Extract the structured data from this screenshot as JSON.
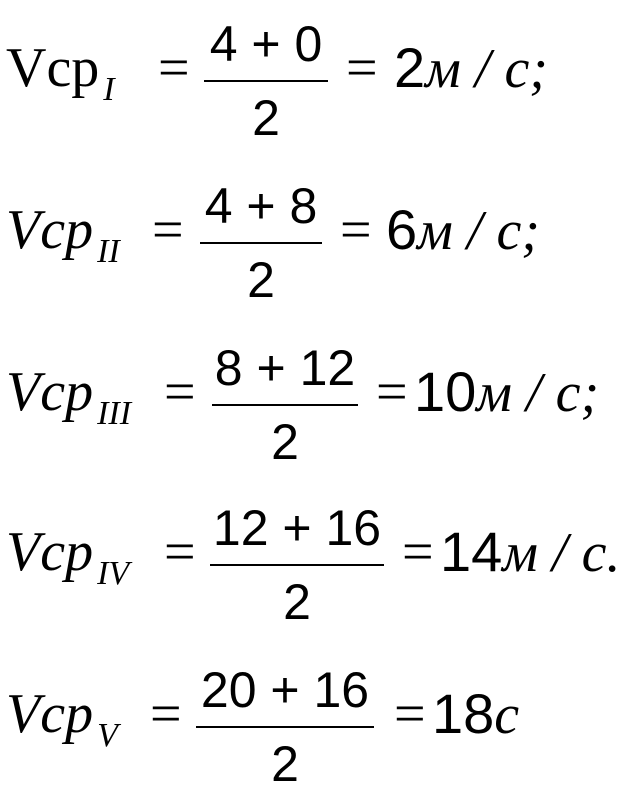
{
  "equations": [
    {
      "var": "Vcp",
      "sub": "I",
      "eq1": "=",
      "numerator": "4 + 0",
      "denominator": "2",
      "eq2": "=",
      "result": "2",
      "unit": "м / с;"
    },
    {
      "var": "Vcp",
      "sub": "II",
      "eq1": "=",
      "numerator": "4 + 8",
      "denominator": "2",
      "eq2": "=",
      "result": "6",
      "unit": "м / с;"
    },
    {
      "var": "Vcp",
      "sub": "III",
      "eq1": "=",
      "numerator": "8 + 12",
      "denominator": "2",
      "eq2": "=",
      "result": "10",
      "unit": "м / с;"
    },
    {
      "var": "Vcp",
      "sub": "IV",
      "eq1": "=",
      "numerator": "12 + 16",
      "denominator": "2",
      "eq2": "=",
      "result": "14",
      "unit": "м / с."
    },
    {
      "var": "Vcp",
      "sub": "V",
      "eq1": "=",
      "numerator": "20 + 16",
      "denominator": "2",
      "eq2": "=",
      "result": "18",
      "unit": "с"
    }
  ]
}
